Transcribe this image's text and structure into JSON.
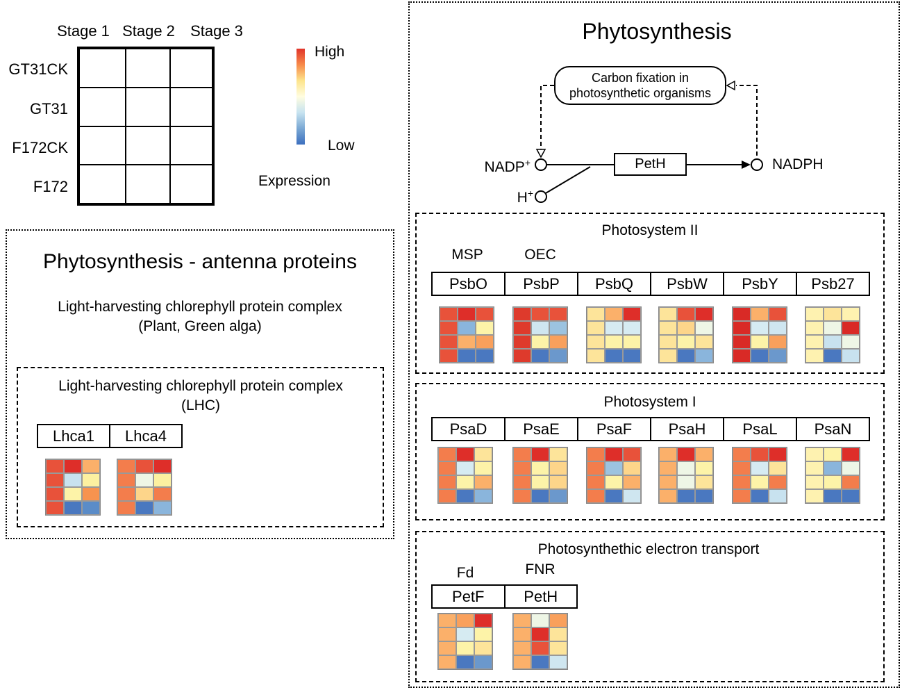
{
  "legend": {
    "stages": [
      "Stage 1",
      "Stage 2",
      "Stage 3"
    ],
    "samples": [
      "GT31CK",
      "GT31",
      "F172CK",
      "F172"
    ],
    "colorbar_high": "High",
    "colorbar_low": "Low",
    "colorbar_title": "Expression",
    "colors": {
      "high": "#e0342a",
      "mid": "#fffde0",
      "low": "#3c6fbf"
    }
  },
  "antenna": {
    "title": "Phytosynthesis - antenna proteins",
    "subtitle1": "Light-harvesting chlorephyll protein complex",
    "subtitle2": "(Plant, Green alga)",
    "box_title1": "Light-harvesting chlorephyll protein complex",
    "box_title2": "(LHC)",
    "genes": [
      {
        "name": "Lhca1",
        "cells": [
          "#e8523a",
          "#de2e29",
          "#fbb06a",
          "#e8523a",
          "#c8e2ef",
          "#fcf0a0",
          "#e8523a",
          "#fdf3a8",
          "#f7934f",
          "#e8523a",
          "#4a78c0",
          "#5b8cc8"
        ]
      },
      {
        "name": "Lhca4",
        "cells": [
          "#f37d4c",
          "#e8523a",
          "#de2e29",
          "#f37d4c",
          "#eef6e6",
          "#fcf0a0",
          "#f37d4c",
          "#fdd58a",
          "#f37d4c",
          "#f37d4c",
          "#4a78c0",
          "#8ab5dc"
        ]
      }
    ]
  },
  "photo": {
    "title": "Phytosynthesis",
    "carbon_line1": "Carbon fixation in",
    "carbon_line2": "photosynthetic organisms",
    "nadp": "NADP",
    "nadp_sup": "+",
    "h": "H",
    "h_sup": "+",
    "peth": "PetH",
    "nadph": "NADPH"
  },
  "ps2": {
    "title": "Photosystem II",
    "tag_msp": "MSP",
    "tag_oec": "OEC",
    "genes": [
      {
        "name": "PsbO",
        "cells": [
          "#e8523a",
          "#de2e29",
          "#e8523a",
          "#e8523a",
          "#8ab5dc",
          "#fdf3a8",
          "#e8523a",
          "#fbb06a",
          "#f9a05c",
          "#e8523a",
          "#4a78c0",
          "#4a78c0"
        ]
      },
      {
        "name": "PsbP",
        "cells": [
          "#de3a2c",
          "#e8523a",
          "#e8523a",
          "#de3a2c",
          "#cfe6f0",
          "#9cc3e0",
          "#de3a2c",
          "#fdf3a8",
          "#f9a05c",
          "#de3a2c",
          "#4a78c0",
          "#6b98cc"
        ]
      },
      {
        "name": "PsbQ",
        "cells": [
          "#fde49a",
          "#fbb06a",
          "#de2e29",
          "#fde49a",
          "#d6ebf2",
          "#d6ebf2",
          "#fde49a",
          "#fdf3a8",
          "#fdf3a8",
          "#fde49a",
          "#4a78c0",
          "#4a78c0"
        ]
      },
      {
        "name": "PsbW",
        "cells": [
          "#fde49a",
          "#e8523a",
          "#de2e29",
          "#fde49a",
          "#fdd58a",
          "#eef6e6",
          "#fde49a",
          "#fdf3a8",
          "#fde49a",
          "#fde49a",
          "#4a78c0",
          "#8ab5dc"
        ]
      },
      {
        "name": "PsbY",
        "cells": [
          "#d92a26",
          "#fbb06a",
          "#e8523a",
          "#d92a26",
          "#d6ebf2",
          "#cfe6f0",
          "#d92a26",
          "#fdf3a8",
          "#f9a05c",
          "#d92a26",
          "#4a78c0",
          "#6b98cc"
        ]
      },
      {
        "name": "Psb27",
        "cells": [
          "#fef2b0",
          "#fde49a",
          "#fef2b0",
          "#fef2b0",
          "#eef6e6",
          "#d92a26",
          "#fef2b0",
          "#c8e2ef",
          "#eef6e6",
          "#fef2b0",
          "#4a78c0",
          "#c8e2ef"
        ]
      }
    ]
  },
  "ps1": {
    "title": "Photosystem I",
    "genes": [
      {
        "name": "PsaD",
        "cells": [
          "#f37d4c",
          "#de2e29",
          "#fde49a",
          "#f37d4c",
          "#d6ebf2",
          "#fdf3a8",
          "#f37d4c",
          "#fdf3a8",
          "#fbb06a",
          "#f37d4c",
          "#4a78c0",
          "#8ab5dc"
        ]
      },
      {
        "name": "PsaE",
        "cells": [
          "#f37d4c",
          "#de2e29",
          "#fde49a",
          "#f37d4c",
          "#fdf3a8",
          "#fdd58a",
          "#f37d4c",
          "#fdf3a8",
          "#fdd58a",
          "#f37d4c",
          "#4a78c0",
          "#6b98cc"
        ]
      },
      {
        "name": "PsaF",
        "cells": [
          "#f37d4c",
          "#de2e29",
          "#e8523a",
          "#f37d4c",
          "#9cc3e0",
          "#fdd58a",
          "#f37d4c",
          "#fdf3a8",
          "#fbb06a",
          "#f37d4c",
          "#4a78c0",
          "#cfe6f0"
        ]
      },
      {
        "name": "PsaH",
        "cells": [
          "#fbb06a",
          "#de2e29",
          "#fbb06a",
          "#fbb06a",
          "#eef6e6",
          "#fdf3a8",
          "#fbb06a",
          "#eef6e6",
          "#fde49a",
          "#fbb06a",
          "#4a78c0",
          "#4a78c0"
        ]
      },
      {
        "name": "PsaL",
        "cells": [
          "#f37d4c",
          "#e8523a",
          "#de2e29",
          "#f37d4c",
          "#d6ebf2",
          "#fde49a",
          "#f37d4c",
          "#fdf3a8",
          "#f37d4c",
          "#f37d4c",
          "#4a78c0",
          "#c8e2ef"
        ]
      },
      {
        "name": "PsaN",
        "cells": [
          "#fef2b0",
          "#fdf3a8",
          "#de2e29",
          "#fef2b0",
          "#8ab5dc",
          "#eef6e6",
          "#fef2b0",
          "#fdf3a8",
          "#f37d4c",
          "#fef2b0",
          "#4a78c0",
          "#4a78c0"
        ]
      }
    ]
  },
  "pet": {
    "title": "Photosynthethic electron transport",
    "tag_fd": "Fd",
    "tag_fnr": "FNR",
    "genes": [
      {
        "name": "PetF",
        "cells": [
          "#fbb06a",
          "#f9a05c",
          "#de2e29",
          "#fbb06a",
          "#d6ebf2",
          "#fdf3a8",
          "#fbb06a",
          "#fdf3a8",
          "#fde49a",
          "#fbb06a",
          "#4a78c0",
          "#6b98cc"
        ]
      },
      {
        "name": "PetH",
        "cells": [
          "#fbb06a",
          "#eef6e6",
          "#f9a05c",
          "#fbb06a",
          "#de2e29",
          "#fde49a",
          "#fbb06a",
          "#e8523a",
          "#fde49a",
          "#fbb06a",
          "#4a78c0",
          "#cfe6f0"
        ]
      }
    ]
  }
}
